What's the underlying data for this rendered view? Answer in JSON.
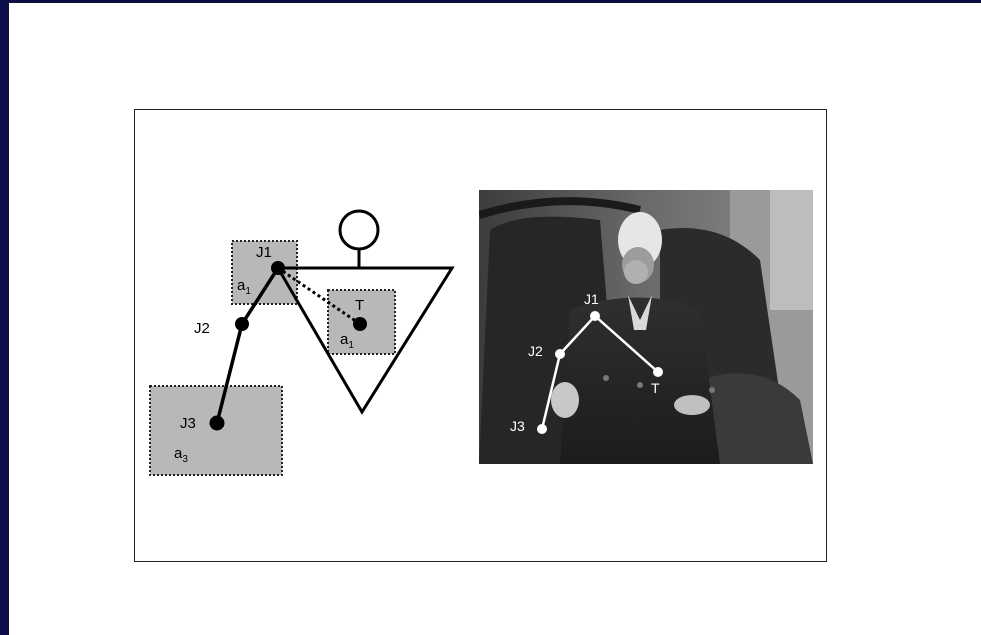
{
  "diagram": {
    "joints": {
      "j1": "J1",
      "j2": "J2",
      "j3": "J3",
      "target": "T"
    },
    "regions": {
      "a1_joint": {
        "base": "a",
        "sub": "1"
      },
      "a1_target": {
        "base": "a",
        "sub": "1"
      },
      "a3": {
        "base": "a",
        "sub": "3"
      }
    }
  },
  "photo": {
    "joints": {
      "j1": "J1",
      "j2": "J2",
      "j3": "J3",
      "target": "T"
    }
  },
  "colors": {
    "frame": "#0d0d4a",
    "region_fill": "#b8b8b8",
    "skeleton_dark": "#000000",
    "skeleton_light": "#ffffff"
  }
}
